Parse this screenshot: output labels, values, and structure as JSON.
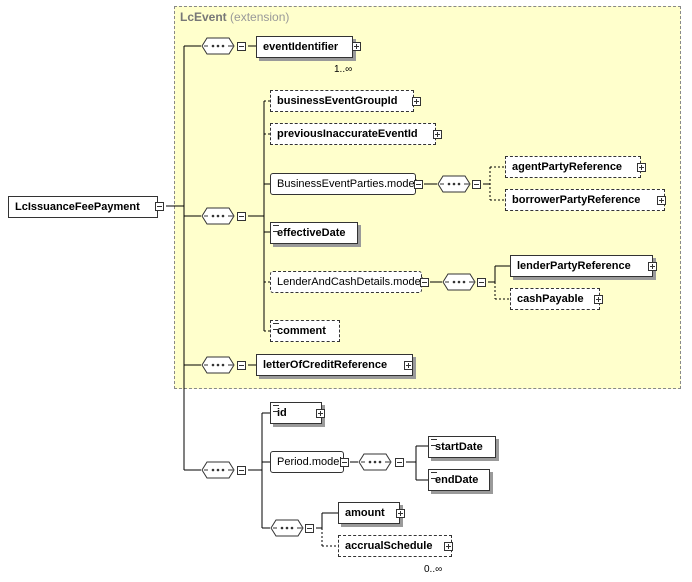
{
  "extension": {
    "name": "LcEvent",
    "label": "(extension)"
  },
  "root": {
    "name": "LcIssuanceFeePayment"
  },
  "nodes": {
    "eventIdentifier": "eventIdentifier",
    "eventIdentifier_card": "1..∞",
    "businessEventGroupId": "businessEventGroupId",
    "previousInaccurateEventId": "previousInaccurateEventId",
    "businessEventPartiesModel": "BusinessEventParties.model",
    "agentPartyReference": "agentPartyReference",
    "borrowerPartyReference": "borrowerPartyReference",
    "effectiveDate": "effectiveDate",
    "lenderAndCashDetailsModel": "LenderAndCashDetails.model",
    "lenderPartyReference": "lenderPartyReference",
    "cashPayable": "cashPayable",
    "comment": "comment",
    "letterOfCreditReference": "letterOfCreditReference",
    "id": "id",
    "periodModel": "Period.model",
    "startDate": "startDate",
    "endDate": "endDate",
    "amount": "amount",
    "accrualSchedule": "accrualSchedule",
    "accrualSchedule_card": "0..∞"
  }
}
